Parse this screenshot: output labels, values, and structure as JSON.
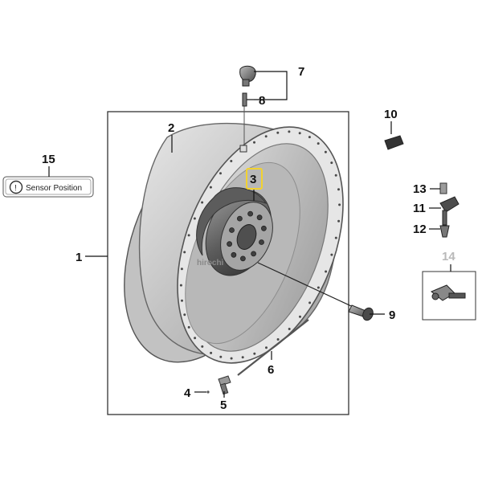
{
  "diagram": {
    "callouts": {
      "c1": "1",
      "c2": "2",
      "c3": "3",
      "c4": "4",
      "c5": "5",
      "c6": "6",
      "c7": "7",
      "c8": "8",
      "c9": "9",
      "c10": "10",
      "c11": "11",
      "c12": "12",
      "c13": "13",
      "c14": "14",
      "c15": "15"
    },
    "sensor_label": "Sensor Position",
    "watermark": "hirochi",
    "colors": {
      "rim": "#c8c8c8",
      "rim_dark": "#8f8f8f",
      "hub": "#545454",
      "hub_light": "#8c8c8c",
      "highlight": "#f2d230",
      "muted_callout": "#b9b9b9"
    }
  }
}
